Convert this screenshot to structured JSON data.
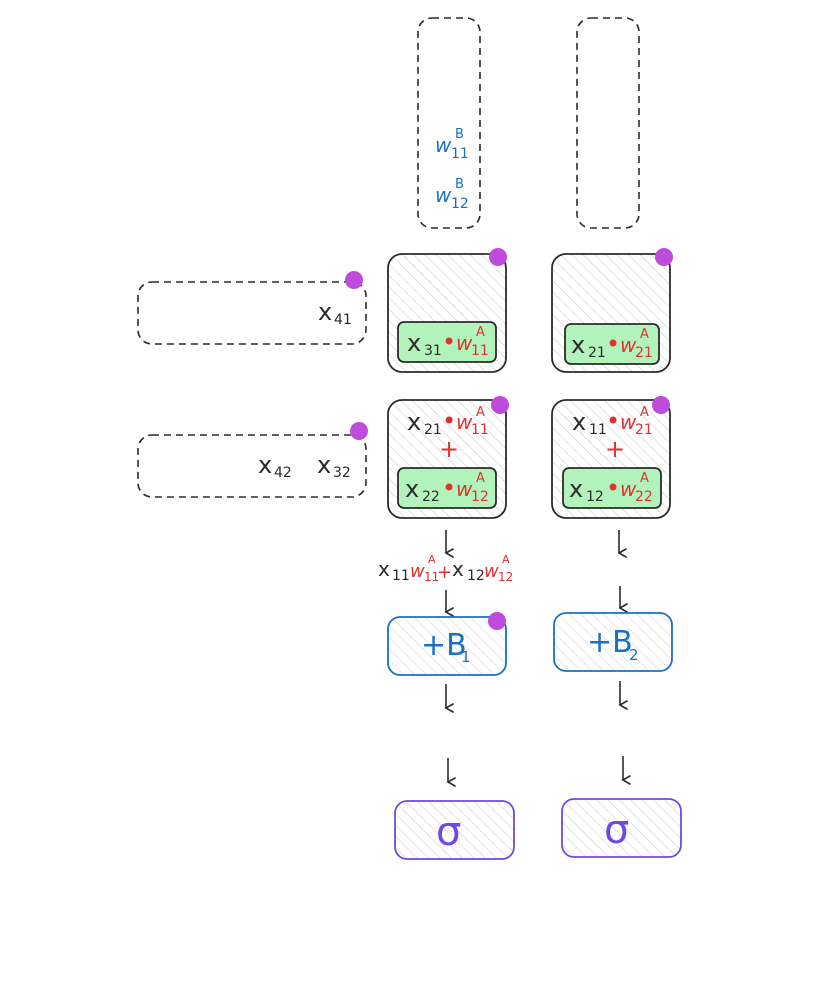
{
  "colors": {
    "stroke": "#2b2b2b",
    "red": "#e03131",
    "blue": "#1971c2",
    "violet": "#7048e8",
    "green_fill": "#b2f2bb",
    "dot": "#be4bdb"
  },
  "weight_column": {
    "w1": {
      "base": "w",
      "sub": "11",
      "sup": "B"
    },
    "w2": {
      "base": "w",
      "sub": "12",
      "sup": "B"
    }
  },
  "input_rows": {
    "row1": [
      {
        "base": "x",
        "sub": "41"
      }
    ],
    "row2": [
      {
        "base": "x",
        "sub": "42"
      },
      {
        "base": "x",
        "sub": "32"
      }
    ]
  },
  "cells": {
    "c1_r1": {
      "x": "x",
      "xsub": "31",
      "w": "w",
      "wsub": "11",
      "wsup": "A"
    },
    "c2_r1": {
      "x": "x",
      "xsub": "21",
      "w": "w",
      "wsub": "21",
      "wsup": "A"
    },
    "c1_r2_top": {
      "x": "x",
      "xsub": "21",
      "w": "w",
      "wsub": "11",
      "wsup": "A"
    },
    "c1_r2_bottom": {
      "x": "x",
      "xsub": "22",
      "w": "w",
      "wsub": "12",
      "wsup": "A"
    },
    "c2_r2_top": {
      "x": "x",
      "xsub": "11",
      "w": "w",
      "wsub": "21",
      "wsup": "A"
    },
    "c2_r2_bottom": {
      "x": "x",
      "xsub": "12",
      "w": "w",
      "wsub": "22",
      "wsup": "A"
    },
    "plus": "+",
    "dot": "•"
  },
  "sum_expression": {
    "a": {
      "x": "x",
      "xsub": "11",
      "w": "w",
      "wsub": "11",
      "wsup": "A"
    },
    "plus": "+",
    "b": {
      "x": "x",
      "xsub": "12",
      "w": "w",
      "wsub": "12",
      "wsup": "A"
    }
  },
  "bias": {
    "b1": {
      "prefix": "+B",
      "sub": "1"
    },
    "b2": {
      "prefix": "+B",
      "sub": "2"
    }
  },
  "activation": {
    "symbol": "σ"
  }
}
